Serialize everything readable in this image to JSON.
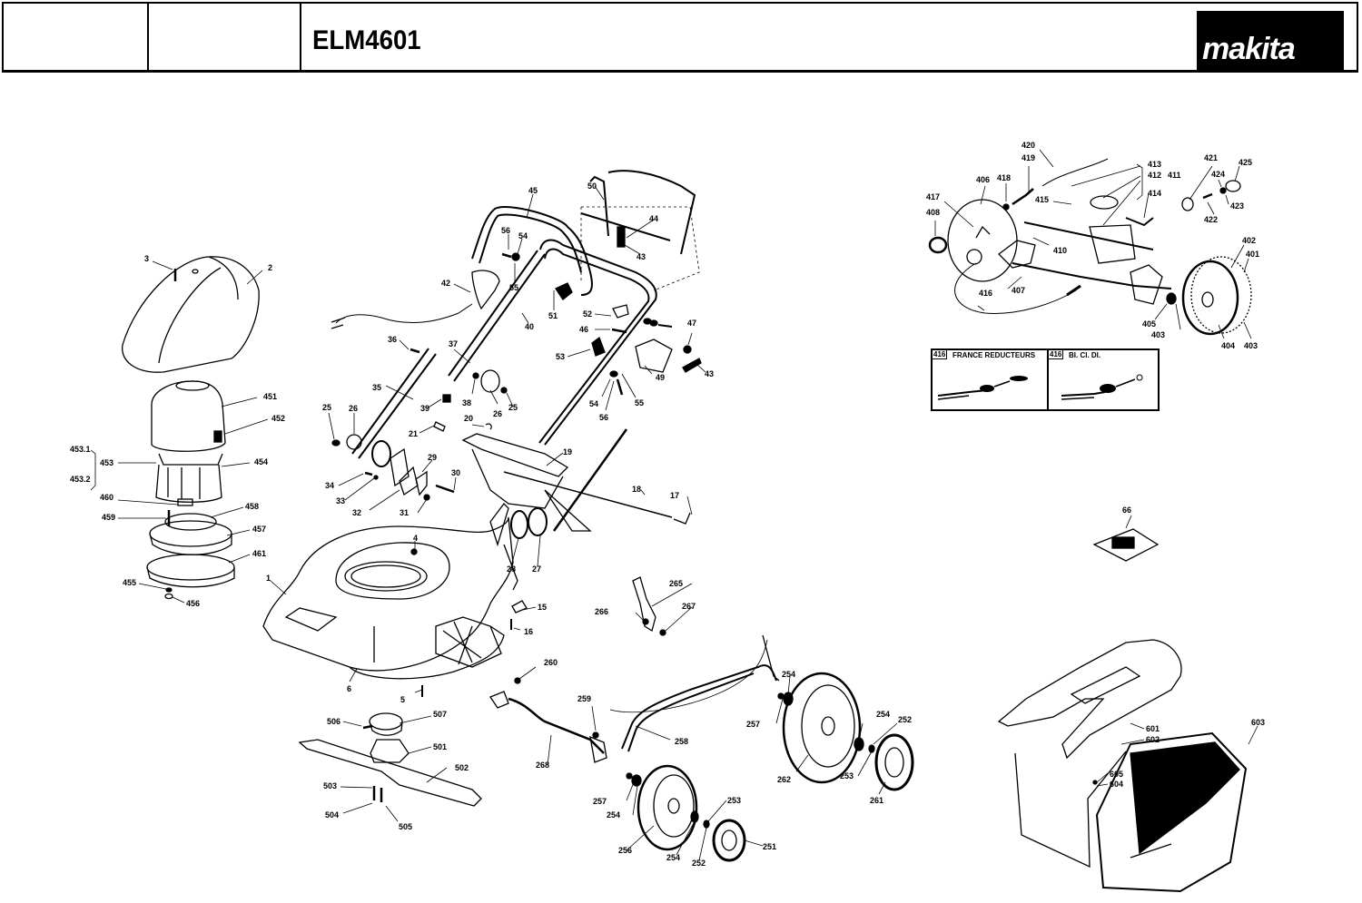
{
  "header": {
    "model": "ELM4601",
    "brand": "makita"
  },
  "inset": {
    "variant_1": {
      "part": "416",
      "caption": "FRANCE REDUCTEURS"
    },
    "variant_2": {
      "part": "416",
      "caption": "BI. CI. DI."
    }
  },
  "labels": {
    "p1": "1",
    "p2": "2",
    "p3": "3",
    "p4": "4",
    "p5": "5",
    "p6": "6",
    "p15": "15",
    "p16": "16",
    "p17": "17",
    "p18": "18",
    "p19": "19",
    "p20": "20",
    "p21": "21",
    "p25a": "25",
    "p25b": "25",
    "p26a": "26",
    "p26b": "26",
    "p27": "27",
    "p28": "28",
    "p29": "29",
    "p30": "30",
    "p31": "31",
    "p32": "32",
    "p33": "33",
    "p34": "34",
    "p35": "35",
    "p36": "36",
    "p37": "37",
    "p38": "38",
    "p39": "39",
    "p40": "40",
    "p42": "42",
    "p43a": "43",
    "p43b": "43",
    "p44": "44",
    "p45": "45",
    "p46": "46",
    "p47": "47",
    "p49": "49",
    "p50": "50",
    "p51": "51",
    "p52": "52",
    "p53": "53",
    "p54a": "54",
    "p54b": "54",
    "p55a": "55",
    "p55b": "55",
    "p56a": "56",
    "p56b": "56",
    "p66": "66",
    "p251": "251",
    "p252a": "252",
    "p252b": "252",
    "p253a": "253",
    "p253b": "253",
    "p254a": "254",
    "p254b": "254",
    "p254c": "254",
    "p254d": "254",
    "p256": "256",
    "p257a": "257",
    "p257b": "257",
    "p258": "258",
    "p259": "259",
    "p260": "260",
    "p261": "261",
    "p262": "262",
    "p265": "265",
    "p266": "266",
    "p267": "267",
    "p268": "268",
    "p401": "401",
    "p402": "402",
    "p403a": "403",
    "p403b": "403",
    "p404": "404",
    "p405": "405",
    "p406": "406",
    "p407": "407",
    "p408": "408",
    "p410": "410",
    "p411": "411",
    "p412": "412",
    "p413": "413",
    "p414": "414",
    "p415": "415",
    "p416": "416",
    "p417": "417",
    "p418": "418",
    "p419": "419",
    "p420": "420",
    "p421": "421",
    "p422": "422",
    "p423": "423",
    "p424": "424",
    "p425": "425",
    "p451": "451",
    "p452": "452",
    "p453": "453",
    "p4531": "453.1",
    "p4532": "453.2",
    "p454": "454",
    "p455": "455",
    "p456": "456",
    "p457": "457",
    "p458": "458",
    "p459": "459",
    "p460": "460",
    "p461": "461",
    "p501": "501",
    "p502": "502",
    "p503": "503",
    "p504": "504",
    "p505": "505",
    "p506": "506",
    "p507": "507",
    "p601": "601",
    "p602": "602",
    "p603": "603",
    "p604": "604",
    "p605": "605"
  }
}
